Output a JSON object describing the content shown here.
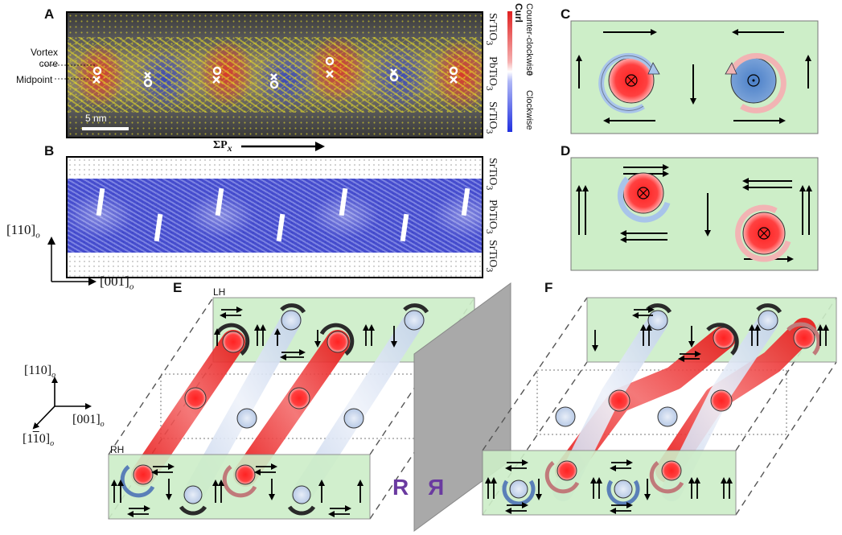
{
  "panels": {
    "a": "A",
    "b": "B",
    "c": "C",
    "d": "D",
    "e": "E",
    "f": "F"
  },
  "panel_a": {
    "vortex_core_label": "Vortex core",
    "midpoint_label": "Midpoint",
    "scale_bar": "5 nm",
    "sum_px_label": "ΣP",
    "sum_px_sub": "x",
    "side_labels": [
      "SrTiO",
      "PbTiO",
      "SrTiO"
    ]
  },
  "colorbar": {
    "title": "Curl",
    "top_label": "Counter-clockwise",
    "zero_label": "0",
    "bottom_label": "Clockwise",
    "top_color": "#e02020",
    "bottom_color": "#2030e0"
  },
  "panel_b": {
    "side_labels": [
      "SrTiO",
      "PbTiO",
      "SrTiO"
    ],
    "axis_y": "[110]",
    "axis_x": "[001]",
    "axis_sub": "o"
  },
  "panel_e": {
    "lh_label": "LH",
    "rh_label": "RH"
  },
  "axes3d": {
    "up": "[110]",
    "right": "[001]",
    "down": "[1",
    "down_bar": "1",
    "down_tail": "0]",
    "sub": "o"
  },
  "mirror": {
    "left": "R",
    "right": "R",
    "color": "#6a3aa0"
  },
  "colors": {
    "green": "#cdeec8",
    "red_vortex": "#e81818",
    "blue_vortex": "#4a7fc8",
    "light_blue": "#cfdcf0",
    "arrow_pink": "#f2b4b4",
    "arrow_blue": "#a8c4ea",
    "gray_mirror": "#a9a9a9"
  }
}
